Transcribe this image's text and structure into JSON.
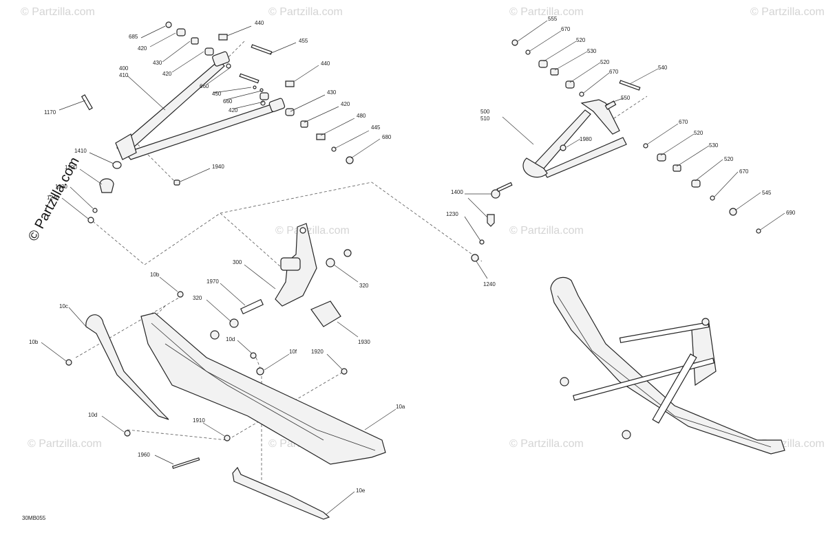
{
  "diagram": {
    "code": "30MB055",
    "copyright": "© Partzilla.com",
    "watermark": "© Partzilla.com",
    "callouts": {
      "c685": "685",
      "c420a": "420",
      "c430a": "430",
      "c420b": "420",
      "c400": "400",
      "c410": "410",
      "c440a": "440",
      "c455": "455",
      "c440b": "440",
      "c660a": "660",
      "c450": "450",
      "c660b": "660",
      "c420c": "420",
      "c430b": "430",
      "c420d": "420",
      "c480": "480",
      "c445": "445",
      "c680": "680",
      "c1170": "1170",
      "c1410": "1410",
      "c1200": "1200",
      "c1230a": "1230",
      "c1240a": "1240",
      "c1940": "1940",
      "c300": "300",
      "c320a": "320",
      "c1970": "1970",
      "c320b": "320",
      "c1930": "1930",
      "c10b_a": "10b",
      "c10c": "10c",
      "c10b_b": "10b",
      "c10d_a": "10d",
      "c10f": "10f",
      "c1920": "1920",
      "c10d_b": "10d",
      "c1910": "1910",
      "c1960": "1960",
      "c10a": "10a",
      "c10e": "10e",
      "c555": "555",
      "c670a": "670",
      "c520a": "520",
      "c530a": "530",
      "c520b": "520",
      "c670b": "670",
      "c540": "540",
      "c550": "550",
      "c500": "500",
      "c510": "510",
      "c1980": "1980",
      "c670c": "670",
      "c520c": "520",
      "c530b": "530",
      "c520d": "520",
      "c670d": "670",
      "c545": "545",
      "c690": "690",
      "c1400": "1400",
      "c1230b": "1230",
      "c1240b": "1240"
    }
  }
}
